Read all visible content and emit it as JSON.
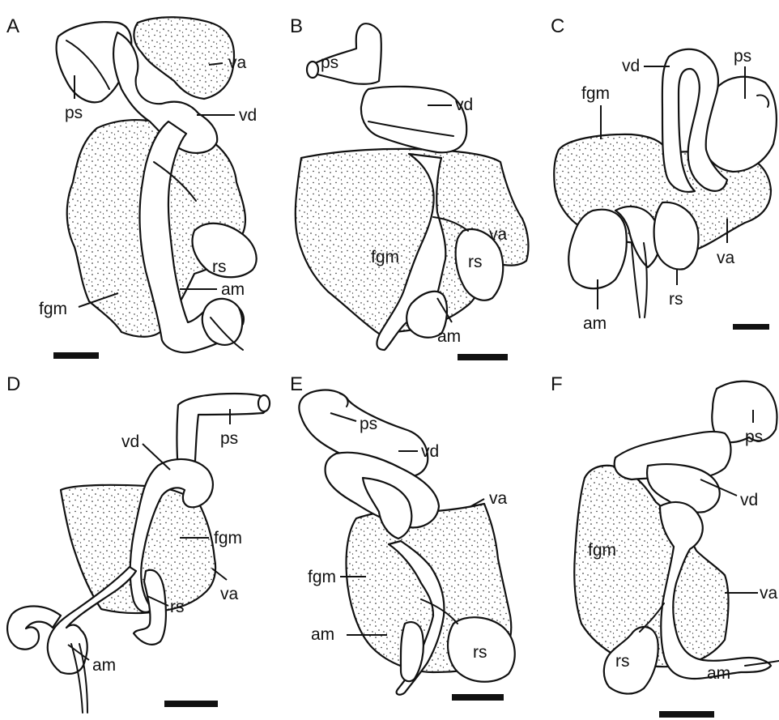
{
  "panels": [
    {
      "letter": "A",
      "labels": {
        "ps": "ps",
        "va": "va",
        "vd": "vd",
        "rs": "rs",
        "am": "am",
        "fgm": "fgm"
      }
    },
    {
      "letter": "B",
      "labels": {
        "ps": "ps",
        "vd": "vd",
        "va": "va",
        "fgm": "fgm",
        "rs": "rs",
        "am": "am"
      }
    },
    {
      "letter": "C",
      "labels": {
        "vd": "vd",
        "ps": "ps",
        "fgm": "fgm",
        "va": "va",
        "am": "am",
        "rs": "rs"
      }
    },
    {
      "letter": "D",
      "labels": {
        "vd": "vd",
        "ps": "ps",
        "fgm": "fgm",
        "va": "va",
        "rs": "rs",
        "am": "am"
      }
    },
    {
      "letter": "E",
      "labels": {
        "ps": "ps",
        "vd": "vd",
        "va": "va",
        "fgm": "fgm",
        "rs": "rs",
        "am": "am"
      }
    },
    {
      "letter": "F",
      "labels": {
        "ps": "ps",
        "vd": "vd",
        "fgm": "fgm",
        "va": "va",
        "rs": "rs",
        "am": "am"
      }
    }
  ],
  "colors": {
    "ink": "#111111",
    "background": "#ffffff",
    "stipple": "#111111"
  }
}
